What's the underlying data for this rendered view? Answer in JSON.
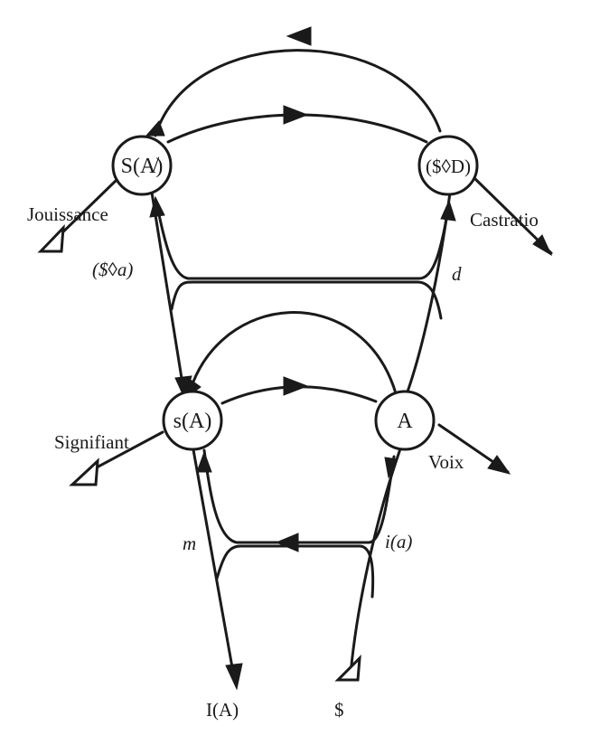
{
  "nodes": {
    "s_barred_a": "S(A̸)",
    "barred_s_lozenge_d": "($◊D)",
    "small_s_a": "s(A)",
    "big_a": "A"
  },
  "labels": {
    "jouissance": "Jouissance",
    "castratio": "Castratio",
    "barred_s_lozenge_a": "($◊a)",
    "d": "d",
    "signifiant": "Signifiant",
    "voix": "Voix",
    "m": "m",
    "i_a": "i(a)",
    "i_big_a": "I(A)",
    "barred_s": "$"
  }
}
